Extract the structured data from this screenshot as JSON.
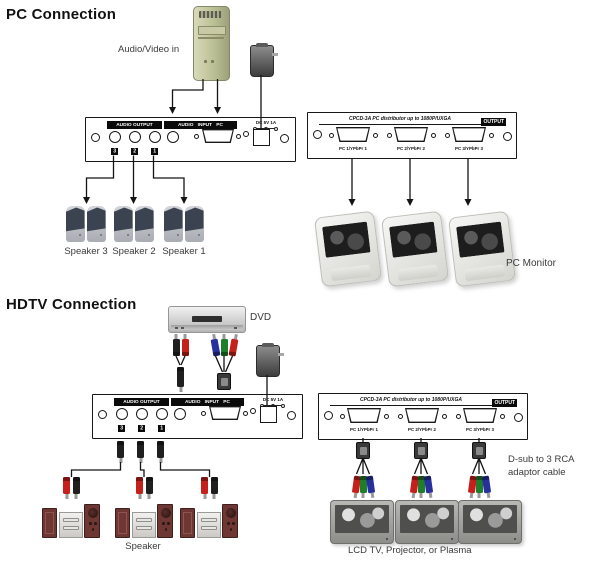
{
  "pc_section": {
    "heading": "PC Connection",
    "audio_video_in": "Audio/Video in",
    "speakers": [
      "Speaker 3",
      "Speaker 2",
      "Speaker 1"
    ],
    "monitor_label": "PC Monitor"
  },
  "hdtv_section": {
    "heading": "HDTV Connection",
    "dvd": "DVD",
    "speaker_label": "Speaker",
    "adaptor_line1": "D-sub to 3 RCA",
    "adaptor_line2": "adaptor cable",
    "tv_label": "LCD TV, Projector, or Plasma"
  },
  "splitter_front": {
    "audio_output": "AUDIO OUTPUT",
    "audio_input": "AUDIO INPUT PC",
    "dc": "DC 5V 1A",
    "jack_numbers": [
      "3",
      "2",
      "1"
    ]
  },
  "splitter_rear": {
    "model_title": "CPCD-3A PC distributor up to 1080P/UXGA",
    "output": "OUTPUT",
    "ports": [
      "PC 1/YPbPr 1",
      "PC 2/YPbPr 2",
      "PC 3/YPbPr 3"
    ]
  },
  "colors": {
    "line": "#141414",
    "rca_red": "#c5201c",
    "rca_black": "#1f1f1f",
    "rca_blue": "#27309c",
    "rca_green": "#1e7e2a",
    "tower_green": "#bcc095",
    "speaker_maroon": "#6f3733"
  }
}
